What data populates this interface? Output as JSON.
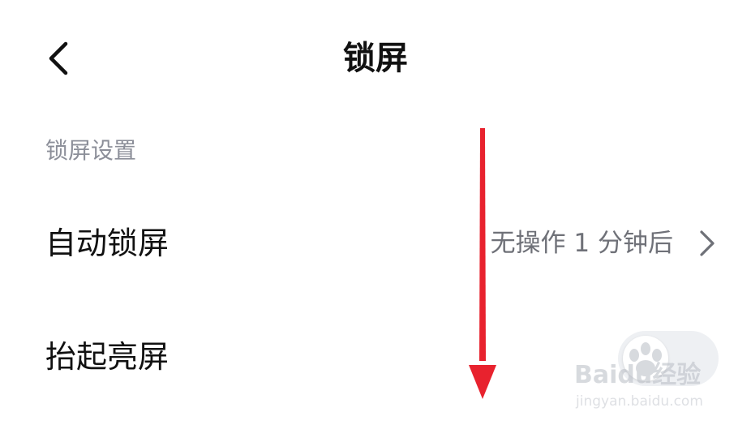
{
  "header": {
    "title": "锁屏",
    "back_icon": "chevron-left-icon"
  },
  "section": {
    "title": "锁屏设置"
  },
  "settings": {
    "auto_lock": {
      "label": "自动锁屏",
      "value": "无操作 1 分钟后",
      "icon": "chevron-right-icon"
    },
    "raise_to_wake": {
      "label": "抬起亮屏",
      "enabled": false
    }
  },
  "overlay": {
    "arrow_color": "#e8222e",
    "arrow_icon": "down-arrow-icon"
  },
  "watermark": {
    "brand": "Baidu经验",
    "url": "jingyan.baidu.com"
  },
  "colors": {
    "background": "#ffffff",
    "text_primary": "#111111",
    "text_secondary": "#6f7178",
    "section_header": "#8c8f99",
    "toggle_track": "#eef0f3",
    "arrow": "#e8222e"
  }
}
